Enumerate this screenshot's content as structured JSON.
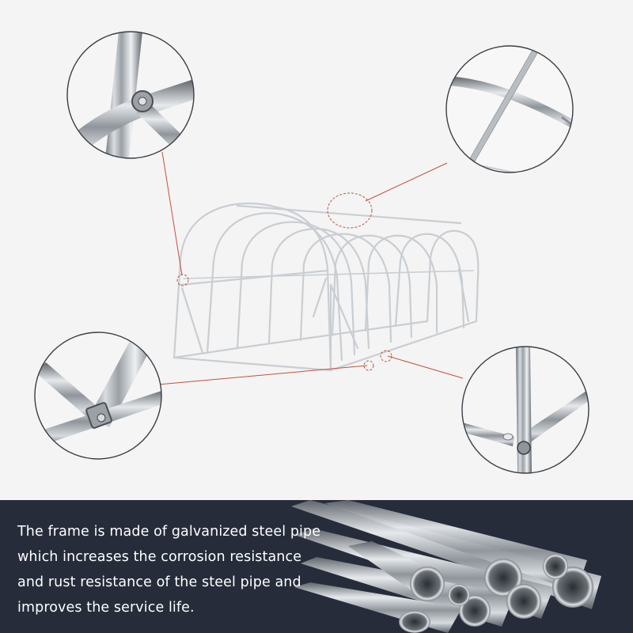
{
  "caption": {
    "lines": [
      "The frame is made of galvanized steel pipe",
      "which increases the corrosion resistance",
      "and rust resistance of the steel pipe and",
      "improves the service life."
    ]
  },
  "colors": {
    "background": "#f4f4f4",
    "banner": "#262c3a",
    "callout_line": "#c4513e",
    "frame_pipe": "#c8cdd2"
  },
  "callouts": [
    {
      "name": "hoop-joint-detail"
    },
    {
      "name": "ridge-cross-detail"
    },
    {
      "name": "base-brace-detail"
    },
    {
      "name": "corner-post-detail"
    }
  ]
}
